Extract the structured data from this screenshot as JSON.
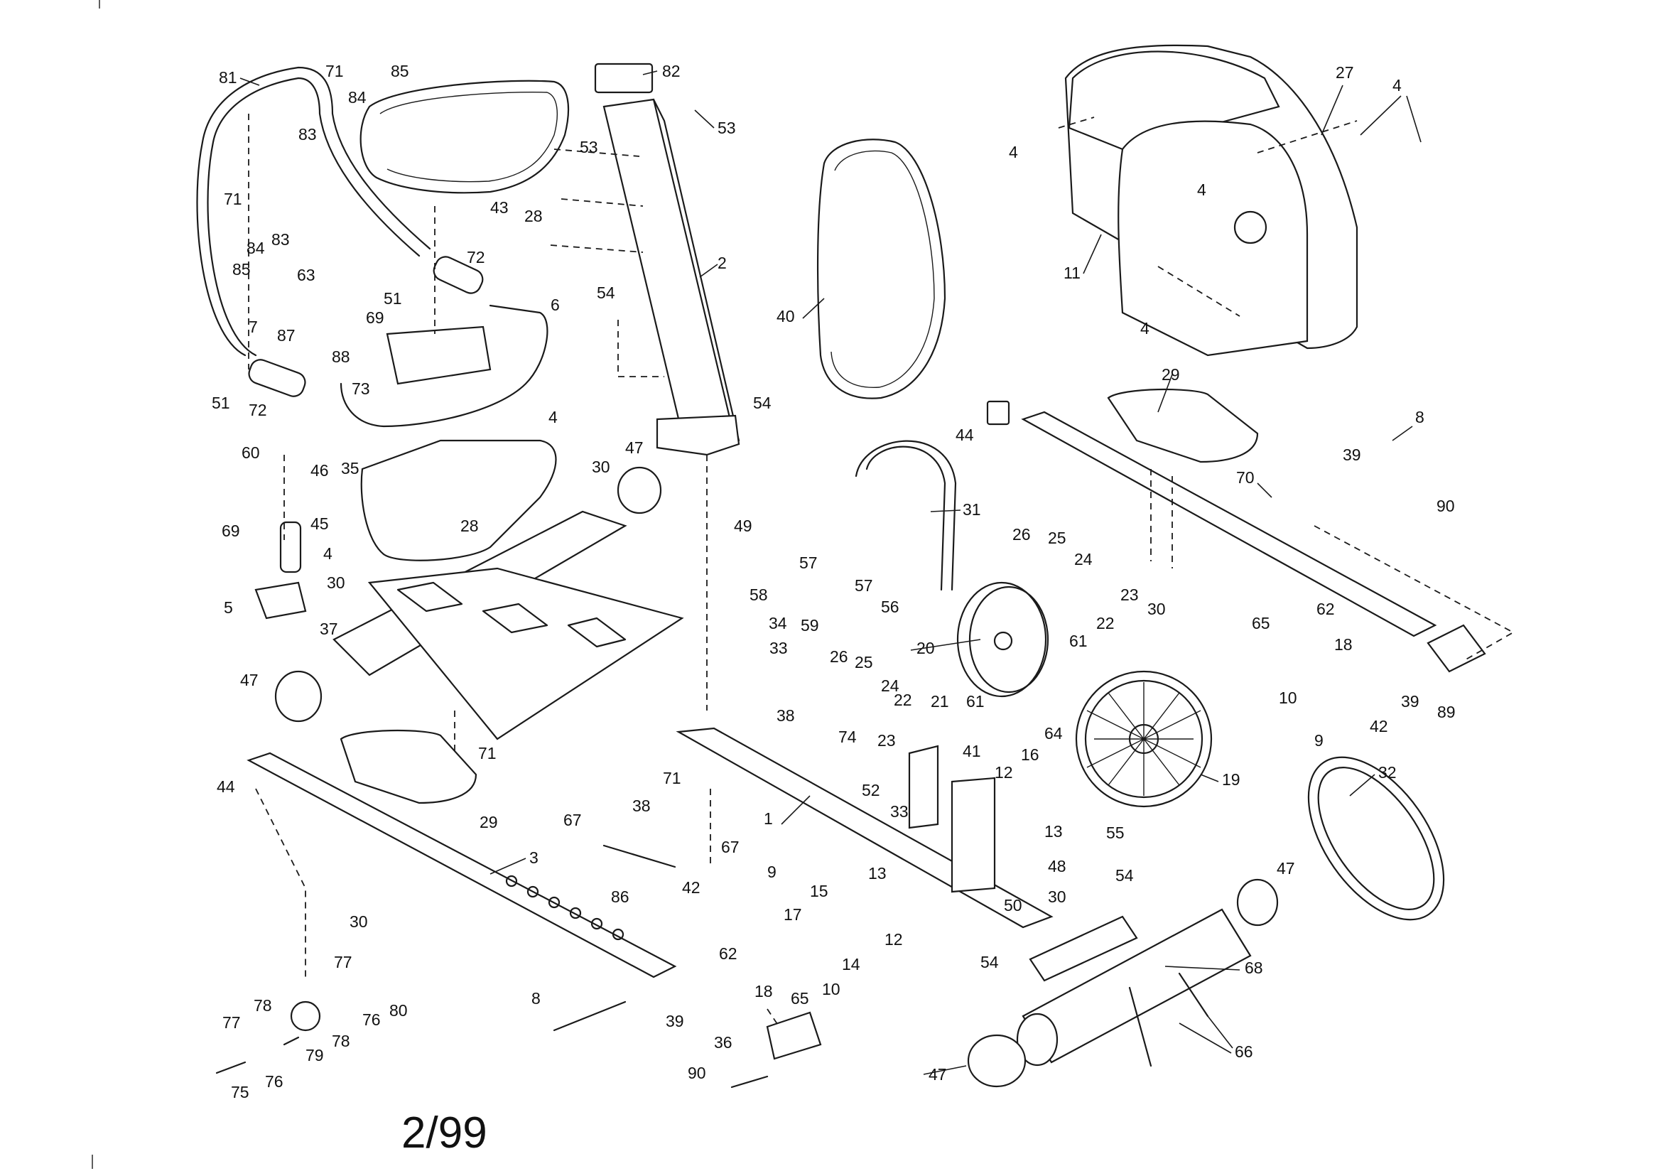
{
  "callouts": [
    "1",
    "2",
    "3",
    "4",
    "5",
    "6",
    "7",
    "8",
    "9",
    "10",
    "11",
    "12",
    "13",
    "14",
    "15",
    "16",
    "17",
    "18",
    "19",
    "20",
    "21",
    "22",
    "23",
    "24",
    "25",
    "26",
    "27",
    "28",
    "29",
    "30",
    "31",
    "32",
    "33",
    "34",
    "35",
    "36",
    "37",
    "38",
    "39",
    "40",
    "41",
    "42",
    "43",
    "44",
    "45",
    "46",
    "47",
    "48",
    "49",
    "50",
    "51",
    "52",
    "53",
    "54",
    "55",
    "56",
    "57",
    "58",
    "59",
    "60",
    "61",
    "62",
    "63",
    "64",
    "65",
    "66",
    "67",
    "68",
    "69",
    "70",
    "71",
    "72",
    "73",
    "74",
    "75",
    "76",
    "77",
    "78",
    "79",
    "80",
    "81",
    "82",
    "83",
    "84",
    "85",
    "86",
    "87",
    "88",
    "89",
    "90"
  ],
  "revision_date": "2/99"
}
